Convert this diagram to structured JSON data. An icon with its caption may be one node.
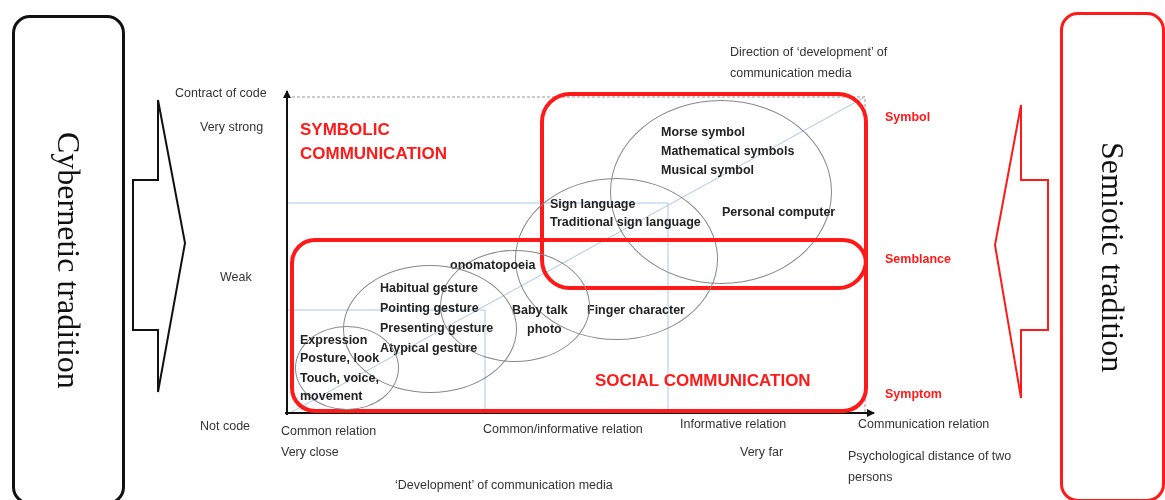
{
  "diagram": {
    "nodes": [
      {
        "text": [
          "Cybernetic tradition"
        ]
      },
      {
        "text": [],
        "shape": "box"
      },
      {
        "text": [
          "Morse symbol",
          "Mathematical symbols",
          "Musical symbol",
          "Personal computer"
        ],
        "in": 1
      },
      {
        "text": [
          "Sign language",
          "Traditional sign language",
          "Finger character"
        ]
      },
      {
        "text": [
          "SOCIAL COMMUNICATION"
        ]
      },
      {
        "text": [
          "onomatopoeia",
          "Baby talk",
          "photo"
        ],
        "in": 4
      },
      {
        "text": [
          "Habitual gesture",
          "Pointing gesture",
          "Presenting gesture",
          "Atypical gesture"
        ],
        "in": 4
      },
      {
        "text": [
          "Expression",
          "Posture, look",
          "Touch, voice, movement"
        ],
        "in": 4
      },
      {
        "text": [
          "Semiotic tradition"
        ]
      }
    ],
    "edges": [],
    "labels": [
      "Direction of ‘development’ of communication media",
      "Contract of code",
      "Very strong",
      "SYMBOLIC COMMUNICATION",
      "Symbol",
      "Weak",
      "Semblance",
      "Symptom",
      "Not code",
      "Common relation",
      "Very close",
      "Common/informative relation",
      "Informative relation",
      "Communication relation",
      "Very far",
      "Psychological distance of two persons",
      "‘Development’ of communication media"
    ]
  }
}
